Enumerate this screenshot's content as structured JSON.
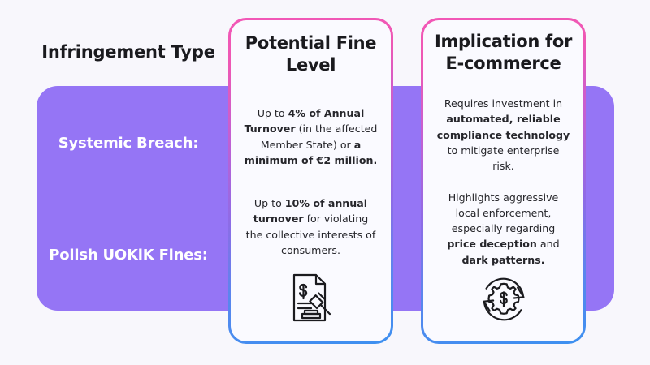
{
  "meta": {
    "background_color": "#f8f7fc",
    "band_color": "#9575f5",
    "card_background": "#fafaff",
    "gradient_start": "#f257b6",
    "gradient_end": "#3d90f0",
    "text_color": "#1a1a1e"
  },
  "columns": {
    "infringement": {
      "header": "Infringement Type",
      "rows": [
        {
          "label": "Systemic Breach:"
        },
        {
          "label": "Polish UOKiK Fines:"
        }
      ]
    },
    "fine_level": {
      "header": "Potential Fine Level",
      "rows": [
        {
          "segments": [
            {
              "text": "Up to ",
              "bold": false
            },
            {
              "text": "4% of Annual Turnover",
              "bold": true
            },
            {
              "text": " (in the affected Member State) or ",
              "bold": false
            },
            {
              "text": "a minimum of €2 million.",
              "bold": true
            }
          ]
        },
        {
          "segments": [
            {
              "text": "Up to ",
              "bold": false
            },
            {
              "text": "10% of annual turnover",
              "bold": true
            },
            {
              "text": " for violating the collective interests of consumers.",
              "bold": false
            }
          ]
        }
      ],
      "icon": "legal-document-gavel-icon"
    },
    "implication": {
      "header": "Implication for E-commerce",
      "rows": [
        {
          "segments": [
            {
              "text": "Requires investment in ",
              "bold": false
            },
            {
              "text": "automated, reliable compliance technology",
              "bold": true
            },
            {
              "text": " to mitigate enterprise risk.",
              "bold": false
            }
          ]
        },
        {
          "segments": [
            {
              "text": "Highlights aggressive local enforcement, especially regarding ",
              "bold": false
            },
            {
              "text": "price deception",
              "bold": true
            },
            {
              "text": " and ",
              "bold": false
            },
            {
              "text": "dark patterns.",
              "bold": true
            }
          ]
        }
      ],
      "icon": "automation-gear-dollar-cycle-icon"
    }
  }
}
